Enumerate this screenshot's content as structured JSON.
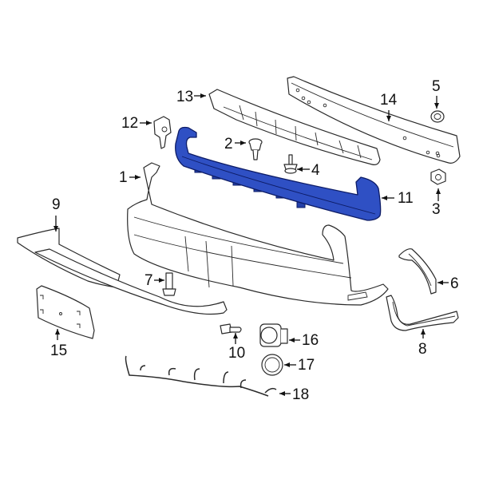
{
  "diagram": {
    "type": "exploded parts diagram",
    "subject": "Rear bumper assembly",
    "highlight_color": "#2f50c4",
    "highlighted_part": "11",
    "callouts": [
      {
        "id": "1",
        "label": "1"
      },
      {
        "id": "2",
        "label": "2"
      },
      {
        "id": "3",
        "label": "3"
      },
      {
        "id": "4",
        "label": "4"
      },
      {
        "id": "5",
        "label": "5"
      },
      {
        "id": "6",
        "label": "6"
      },
      {
        "id": "7",
        "label": "7"
      },
      {
        "id": "8",
        "label": "8"
      },
      {
        "id": "9",
        "label": "9"
      },
      {
        "id": "10",
        "label": "10"
      },
      {
        "id": "11",
        "label": "11"
      },
      {
        "id": "12",
        "label": "12"
      },
      {
        "id": "13",
        "label": "13"
      },
      {
        "id": "14",
        "label": "14"
      },
      {
        "id": "15",
        "label": "15"
      },
      {
        "id": "16",
        "label": "16"
      },
      {
        "id": "17",
        "label": "17"
      },
      {
        "id": "18",
        "label": "18"
      }
    ]
  }
}
